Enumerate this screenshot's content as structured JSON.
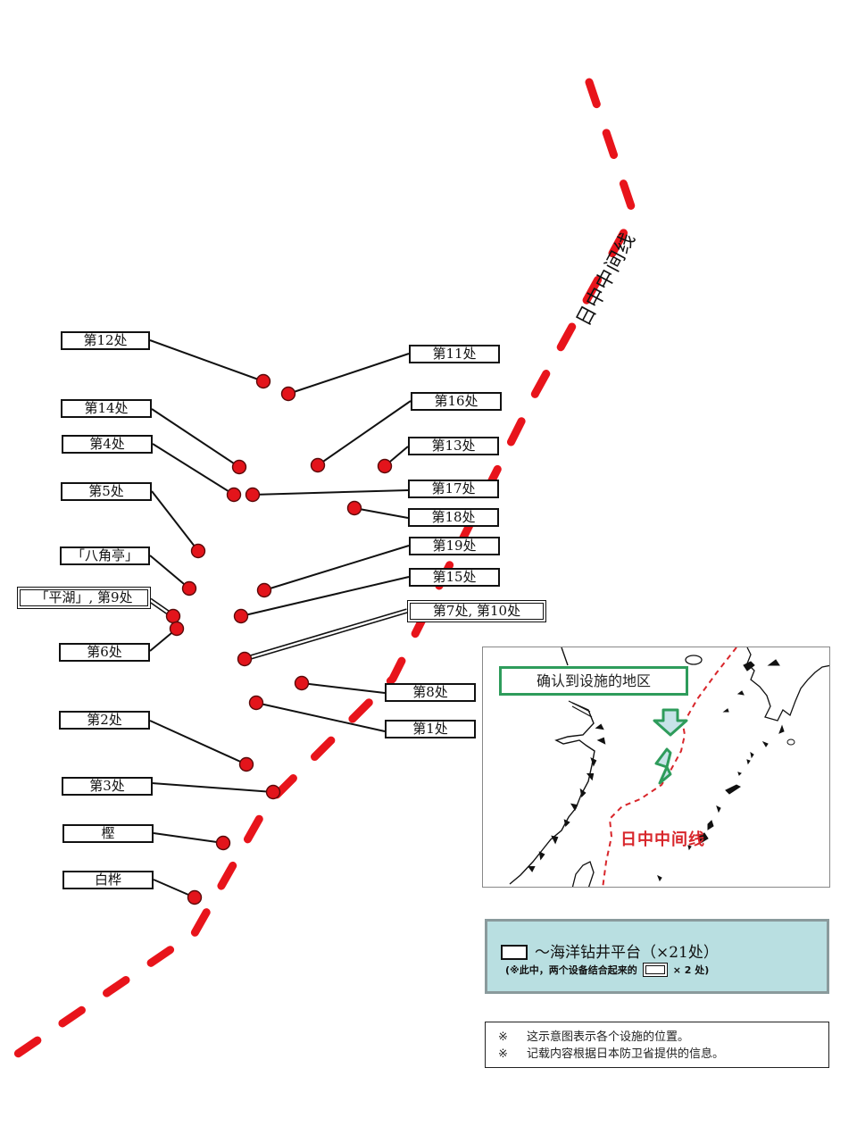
{
  "colors": {
    "median_line": "#e8141b",
    "facility_dot": "#e3141b",
    "inset_green": "#2e9c5b",
    "inset_median": "#d8262b",
    "legend_bg": "#b9dfe1"
  },
  "median_line_label": "日中中间线",
  "facilities": [
    {
      "id": "12",
      "label": "第12处",
      "combined": false
    },
    {
      "id": "11",
      "label": "第11处",
      "combined": false
    },
    {
      "id": "14",
      "label": "第14处",
      "combined": false
    },
    {
      "id": "16",
      "label": "第16处",
      "combined": false
    },
    {
      "id": "4",
      "label": "第4处",
      "combined": false
    },
    {
      "id": "13",
      "label": "第13处",
      "combined": false
    },
    {
      "id": "17",
      "label": "第17处",
      "combined": false
    },
    {
      "id": "5",
      "label": "第5处",
      "combined": false
    },
    {
      "id": "18",
      "label": "第18处",
      "combined": false
    },
    {
      "id": "19",
      "label": "第19处",
      "combined": false
    },
    {
      "id": "bajiaoting",
      "label": "「八角亭」",
      "combined": false
    },
    {
      "id": "15",
      "label": "第15处",
      "combined": false
    },
    {
      "id": "pinghu-9",
      "label": "「平湖」, 第9处",
      "combined": true
    },
    {
      "id": "7-10",
      "label": "第7处, 第10处",
      "combined": true
    },
    {
      "id": "6",
      "label": "第6处",
      "combined": false
    },
    {
      "id": "8",
      "label": "第8处",
      "combined": false
    },
    {
      "id": "2",
      "label": "第2处",
      "combined": false
    },
    {
      "id": "1",
      "label": "第1处",
      "combined": false
    },
    {
      "id": "3",
      "label": "第3处",
      "combined": false
    },
    {
      "id": "cheng",
      "label": "樫",
      "combined": false
    },
    {
      "id": "baihua",
      "label": "白桦",
      "combined": false
    }
  ],
  "inset_map": {
    "title": "确认到设施的地区",
    "median_label": "日中中间线",
    "icons": [
      "down-arrow-icon",
      "facility-area-icon"
    ]
  },
  "legend": {
    "main": "～海洋钻井平台（×21处）",
    "sub_prefix": "(※此中，两个设备结合起来的",
    "sub_suffix": "× 2 处)"
  },
  "notes": {
    "mark": "※",
    "lines": [
      "这示意图表示各个设施的位置。",
      "记载内容根据日本防卫省提供的信息。"
    ]
  }
}
